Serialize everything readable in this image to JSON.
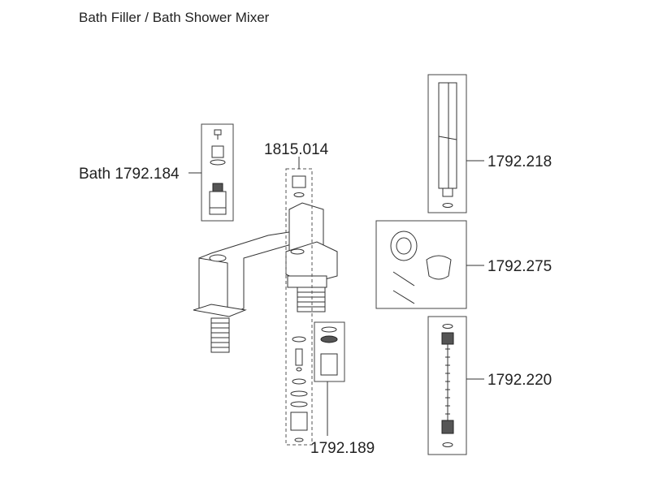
{
  "title": "Bath Filler / Bath Shower Mixer",
  "parts": {
    "cartridge": "Bath 1792.184",
    "handle": "1815.014",
    "diverter": "1792.189",
    "handshower": "1792.218",
    "holder": "1792.275",
    "hose": "1792.220"
  }
}
